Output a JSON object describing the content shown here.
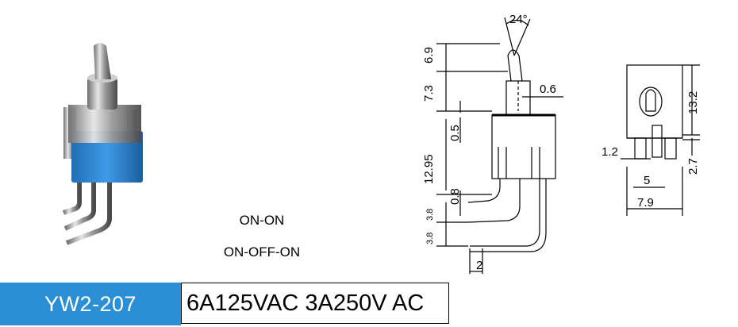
{
  "product_photo": {
    "alt": "Miniature toggle switch, right-angle PCB mount, blue base"
  },
  "variants": [
    "ON-ON",
    "ON-OFF-ON"
  ],
  "dimensions": {
    "angle": "24°",
    "lever_top": "6.9",
    "bushing": "7.3",
    "lever_tip": "0.6",
    "body_gap": "0.5",
    "body_height": "12.95",
    "pin_thickness": "0.8",
    "pin_pitch_upper": "3.8",
    "pin_pitch_lower": "3.8",
    "pin_offset": "2",
    "side_height": "13.2",
    "side_pin_length": "2.7",
    "side_pin_width": "1.2",
    "side_pin_spacing": "5",
    "side_width": "7.9"
  },
  "footer": {
    "model": "YW2-207",
    "rating": "6A125VAC 3A250V AC",
    "model_bg": "#2b8fd6"
  }
}
